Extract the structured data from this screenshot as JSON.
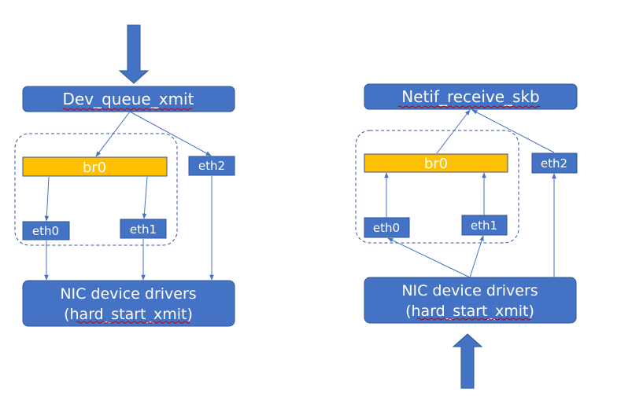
{
  "colors": {
    "box_fill": "#4472c4",
    "box_stroke": "#2f5597",
    "bridge_fill": "#ffc000",
    "arrow": "#4472c4",
    "spellcheck": "#c00000"
  },
  "transmit": {
    "top_function": "Dev_queue_xmit",
    "bridge": "br0",
    "ports": [
      "eth0",
      "eth1",
      "eth2"
    ],
    "driver_line1": "NIC device drivers",
    "driver_line2": "(hard_start_xmit)"
  },
  "receive": {
    "top_function": "Netif_receive_skb",
    "bridge": "br0",
    "ports": [
      "eth0",
      "eth1",
      "eth2"
    ],
    "driver_line1": "NIC device drivers",
    "driver_line2": "(hard_start_xmit)"
  }
}
